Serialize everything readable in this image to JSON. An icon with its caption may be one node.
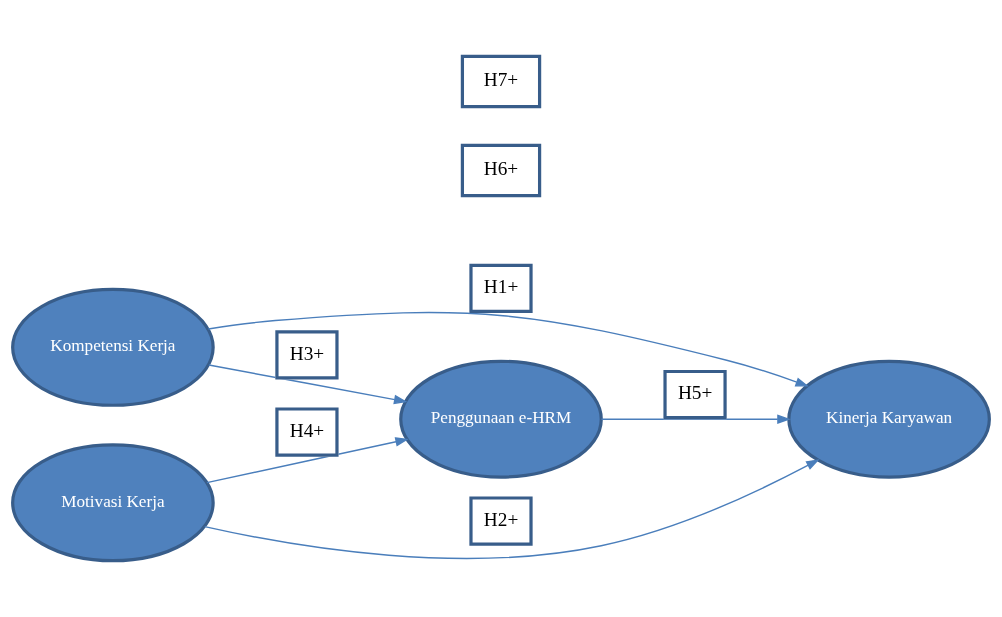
{
  "diagram": {
    "nodes": [
      {
        "text": [
          "Kompetensi Kerja"
        ]
      },
      {
        "text": [
          "Penggunaan e-HRM"
        ]
      },
      {
        "text": [
          "Kinerja Karyawan"
        ]
      },
      {
        "text": [
          "Motivasi Kerja"
        ]
      },
      {
        "text": [
          "H6+"
        ]
      },
      {
        "text": [
          "H7+"
        ]
      }
    ],
    "edges": [
      {
        "from": 0,
        "to": 2,
        "arrow": "to",
        "label": "H1+"
      },
      {
        "from": 0,
        "to": 1,
        "arrow": "to",
        "label": "H3+"
      },
      {
        "from": 3,
        "to": 1,
        "arrow": "to",
        "label": "H4+"
      },
      {
        "from": 3,
        "to": 2,
        "arrow": "to",
        "label": "H2+"
      },
      {
        "from": 1,
        "to": 2,
        "arrow": "to",
        "label": "H5+"
      }
    ]
  }
}
